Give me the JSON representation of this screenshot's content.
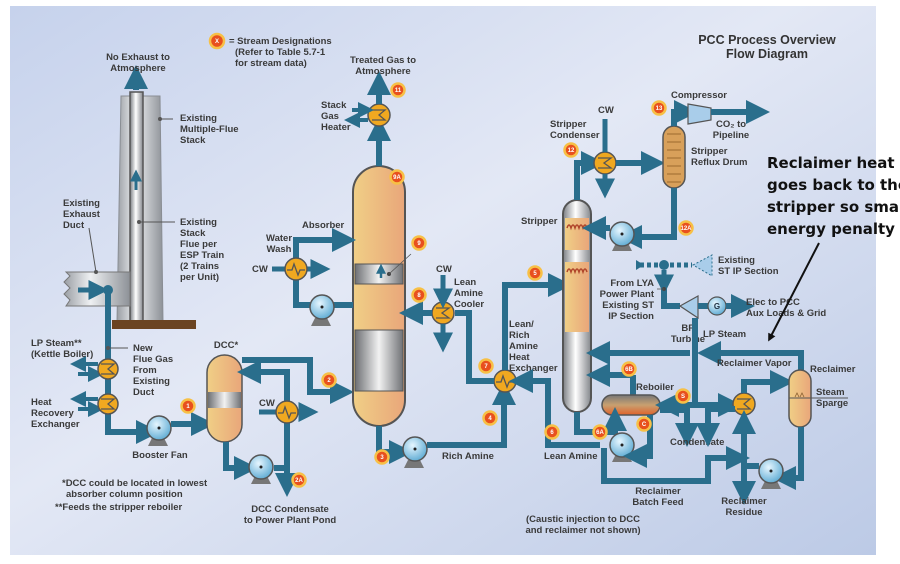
{
  "title": {
    "line1": "PCC Process Overview",
    "line2": "Flow Diagram"
  },
  "legend": {
    "badge": "X",
    "line1": "= Stream Designations",
    "line2": "(Refer to Table 5.7-1",
    "line3": "for stream data)"
  },
  "annotation": {
    "lines": [
      "Reclaimer heat",
      "goes back to the",
      "stripper so small",
      "energy penalty"
    ]
  },
  "labels": {
    "no_exhaust": [
      "No Exhaust to",
      "Atmosphere"
    ],
    "multi_flue_stack": [
      "Existing",
      "Multiple-Flue",
      "Stack"
    ],
    "exhaust_duct": [
      "Existing",
      "Exhaust",
      "Duct"
    ],
    "stack_flue": [
      "Existing",
      "Stack",
      "Flue per",
      "ESP Train",
      "(2 Trains",
      "per Unit)"
    ],
    "lp_steam_kettle": [
      "LP Steam**",
      "(Kettle Boiler)"
    ],
    "new_flue_gas": [
      "New",
      "Flue Gas",
      "From",
      "Existing",
      "Duct"
    ],
    "heat_recovery": [
      "Heat",
      "Recovery",
      "Exchanger"
    ],
    "booster_fan": "Booster Fan",
    "dcc": "DCC*",
    "cw_dcc": "CW",
    "dcc_condensate": [
      "DCC Condensate",
      "to Power Plant Pond"
    ],
    "footnote1": [
      "*DCC could be located in lowest",
      "absorber column position"
    ],
    "footnote2": "**Feeds the stripper reboiler",
    "treated_gas": [
      "Treated Gas to",
      "Atmosphere"
    ],
    "stack_gas_heater": [
      "Stack",
      "Gas",
      "Heater"
    ],
    "absorber": "Absorber",
    "water_wash": [
      "Water",
      "Wash"
    ],
    "cw_wash": "CW",
    "cw_lean": "CW",
    "lean_amine_cooler": [
      "Lean",
      "Amine",
      "Cooler"
    ],
    "lean_rich_hx": [
      "Lean/",
      "Rich",
      "Amine",
      "Heat",
      "Exchanger"
    ],
    "rich_amine": "Rich Amine",
    "lean_amine": "Lean Amine",
    "stripper": "Stripper",
    "stripper_condenser": [
      "Stripper",
      "Condenser"
    ],
    "cw_stripper": "CW",
    "compressor": "Compressor",
    "co2_pipeline": [
      "CO₂ to",
      "Pipeline"
    ],
    "reflux_drum": [
      "Stripper",
      "Reflux Drum"
    ],
    "existing_st_ip": [
      "Existing",
      "ST IP Section"
    ],
    "from_lya": [
      "From LYA",
      "Power Plant",
      "Existing ST",
      "IP Section"
    ],
    "bp_turbine": [
      "BP",
      "Turbine"
    ],
    "generator": "G",
    "elec_pcc": [
      "Elec to PCC",
      "Aux Loads & Grid"
    ],
    "lp_steam": "LP Steam",
    "reclaimer_vapor": "Reclaimer Vapor",
    "reclaimer": "Reclaimer",
    "steam_sparge": [
      "Steam",
      "Sparge"
    ],
    "reboiler": "Reboiler",
    "condensate": "Condensate",
    "reclaimer_batch_feed": [
      "Reclaimer",
      "Batch Feed"
    ],
    "reclaimer_residue": [
      "Reclaimer",
      "Residue"
    ],
    "caustic_note": [
      "(Caustic injection to DCC",
      "and reclaimer not shown)"
    ]
  },
  "streams": [
    "1",
    "2",
    "2A",
    "3",
    "4",
    "5",
    "6",
    "6A",
    "6B",
    "7",
    "8",
    "9",
    "9A",
    "11",
    "12",
    "12A",
    "13",
    "S",
    "C"
  ],
  "colors": {
    "pipe": "#2a6e8c",
    "badge": "#e8501e",
    "badge_ring": "#f7c046",
    "exchanger": "#f0a820",
    "vessel_warm": "#f2c07a",
    "background_start": "#c3d0ea",
    "background_end": "#e6ebf6"
  }
}
